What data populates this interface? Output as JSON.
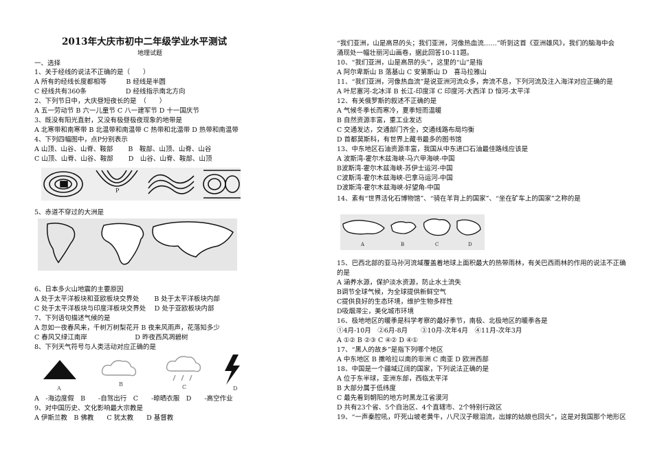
{
  "left": {
    "title": "2013年大庆市初中二年级学业水平测试",
    "subtitle": "地理试题",
    "lines": [
      "一、选择",
      "1、关于经线的说法不正确的是（　　）",
      "A 所有的经线长度都相等　　　B 经线是半圆",
      "C 经线共有360条　　　　　　D 经线指示南北方向",
      "2、下列节日中，大庆昼短夜长的是　（　　）",
      "A 五一劳动节 B 六一儿童节 C 八一建军节 D 十一国庆节",
      "3、既没有阳光直射，又没有极昼极夜现象的地带是",
      "A 北寒带和南寒带 B 北温带和南温带 C 热带和北温带 D 热带和南温带",
      "4、下列四幅图中，点P分别表示",
      "A 山顶、山谷、山脊、鞍部　　 B　鞍部、山顶、山脊、山谷",
      "C 山顶、山脊、山谷、鞍部　　 D　山谷、山脊、鞍部、山顶",
      "5、赤道不穿过的大洲是",
      "6、日本多火山地震的主要原因",
      "A 处于太平洋板块和亚欧板块交界处　　 B 处于太平洋板块内部",
      "C 处于太平洋板块与印度洋板块交界处　 D 处于亚欧板块内部",
      "7、下列语句描述气候的是",
      "A 忽如一夜春风来，千树万树梨花开 B 夜来风雨声，花落知多少",
      "C 春风又绿江南岸　　　　　　　 D 昨夜西风凋碧树",
      "8、下列天气符号与人类活动对应正确的是",
      "A　-海边度假　B　　-自驾出行　C　　-晾晒衣服　D　　-高空作业",
      "9、对中国历史、文化影响最大宗教是",
      "A 伊斯兰教　B 佛教　　C 犹太教　　D 基督教"
    ],
    "fig8_labels": [
      "A",
      "B",
      "C",
      "D"
    ],
    "fig4_label": "P"
  },
  "right": {
    "lines": [
      "“我们亚洲，山是高昂的头；我们亚洲，河像热血流……”听到这首《亚洲雄风》，我们的脑海中会",
      "涌现处一幅壮丽河山画卷，据此回答10-11题。",
      "10、“我们亚洲，山是高昂的头”，这里的“山”是指",
      "A 阿尔卑斯山 B 落基山 C 安第斯山 D　喜马拉雅山",
      "11、“我们亚洲，河像热血流”是说亚洲河流众多，奔流不息，下列河流及注入海洋对应正确的是",
      "A 叶尼塞河-北冰洋 B 长江-印度洋 C 印度河-大西洋 D 恒河-太平洋",
      "12、有关俄罗斯的叙述不正确的是",
      "A 气候冬季长而寒冷，夏季短而温暖",
      "B 自然资源丰富，重工业发达",
      "C 交通发达，交通部门齐全，交通线路布局均衡",
      "D 首都莫斯科，有世界上藏书最多的图书馆",
      "13、中东地区石油资源丰富，我国从中东进口石油最佳路线应该是",
      "A 波斯湾-霍尔木兹海峡-马六甲海峡-中国",
      "B波斯湾-霍尔木兹海峡-苏伊士运河-中国",
      "C波斯湾-霍尔木兹海峡-巴拿马运河-中国",
      "D波斯湾-霍尔木兹海峡-好望角-中国",
      "14、素有“世界活化石博物馆”、“骑在羊背上的国家”、“坐在矿车上的国家”之称的是",
      "15、巴西北部的亚马孙河流域覆盖着地球上面积最大的热带雨林，有关巴西雨林的作用的说法不正确",
      "的是",
      "A 涵养水源，保护淡水资源，防止水土流失",
      "B调节全球气候，为全球提供新鲜空气",
      "C提供良好的生态环境，维护生物多样性",
      "D吸烟滞尘，美化城市环境",
      "16、极地地区的暖季是科学考察的最好季节，南极、北极地区的暖季各是",
      "①4月-10月　②6月-8月　　③10月-次年4月　④11月-次年3月",
      "A ①② B ②③ C ④② D ④①",
      "17、“黑人的故乡”是指下列哪个地区",
      "A 中东地区 B 撒哈拉以南的非洲 C 南亚 D 欧洲西部",
      "18、中国是一个疆域辽阔的国家，下列说法正确的是",
      "A 位于东半球，亚洲东部，西临太平洋",
      "B 大部分属于低纬度",
      "C 最先看到朝阳的地方时黑龙江省漠河",
      "D 共有23个省、5个自治区、4个直辖市、2个特别行政区",
      "19、“一声秦腔吼，吓死山坡老黄牛，八尺汉子眼泪流，出嫁的姑娘也回头”，这是对我国那个地形区"
    ],
    "fig14_labels": [
      "A",
      "B",
      "C",
      "D"
    ]
  }
}
